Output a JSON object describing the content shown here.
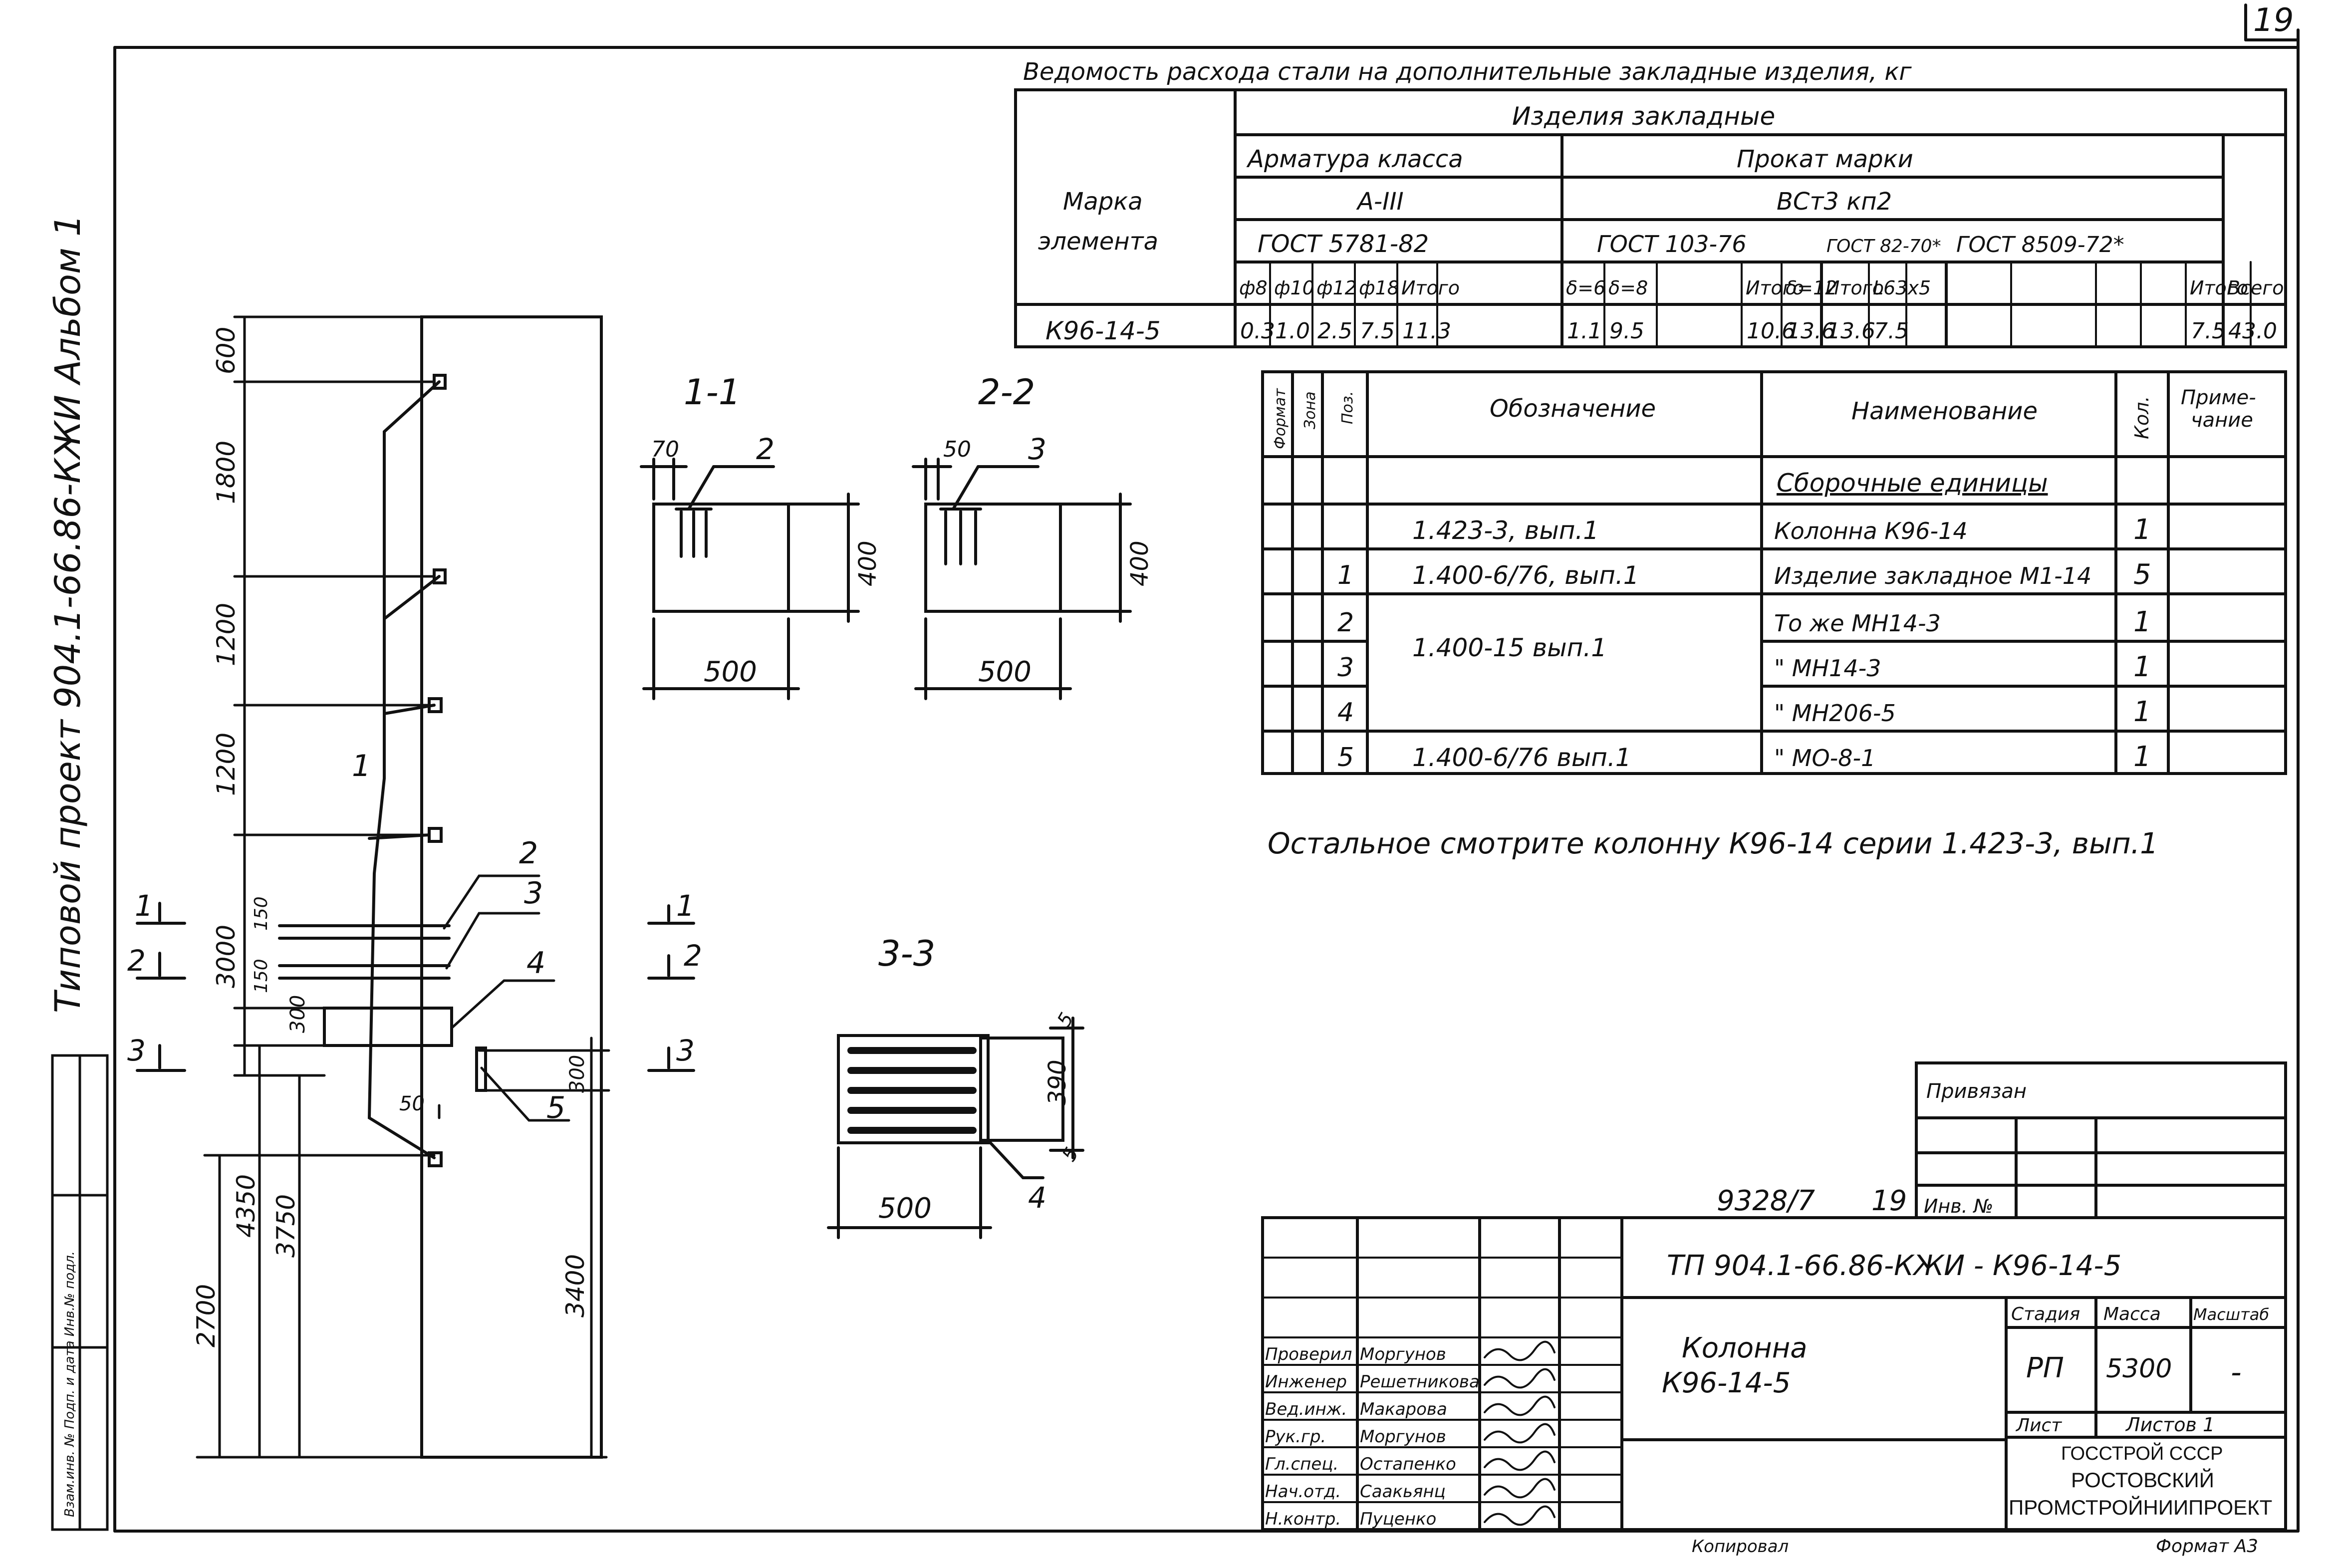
{
  "sheet": {
    "page_number": "19",
    "side_title": "Типовой проект 904.1-66.86-КЖИ   Альбом 1",
    "steel_table": {
      "title": "Ведомость расхода стали на дополнительные закладные изделия, кг",
      "h_mark": "Марка элемента",
      "h_group": "Изделия закладные",
      "h_rebar": "Арматура класса",
      "h_rebar_class": "A-III",
      "h_rebar_gost": "ГОСТ 5781-82",
      "h_rolled": "Прокат марки",
      "h_rolled_grade": "ВСт3 кп2",
      "h_gost1": "ГОСТ 103-76",
      "h_gost2": "ГОСТ 82-70*",
      "h_gost3": "ГОСТ 8509-72*",
      "cols": [
        "ф8",
        "ф10",
        "ф12",
        "ф18",
        "Итого",
        "δ=6",
        "δ=8",
        "",
        "Итого",
        "δ=12",
        "Итого",
        "L63x5",
        "",
        "",
        "Итого",
        "Всего"
      ],
      "row_mark": "К96-14-5",
      "row": [
        "0.3",
        "1.0",
        "2.5",
        "7.5",
        "11.3",
        "1.1",
        "9.5",
        "",
        "10.6",
        "13.6",
        "13.6",
        "7.5",
        "",
        "",
        "7.5",
        "43.0"
      ]
    },
    "spec_table": {
      "h_format": "Формат",
      "h_zone": "Зона",
      "h_pos": "Поз.",
      "h_designation": "Обозначение",
      "h_name": "Наименование",
      "h_qty": "Кол.",
      "h_note": "Приме-чание",
      "section": "Сборочные единицы",
      "rows": [
        {
          "pos": "",
          "designation": "1.423-3, вып.1",
          "name": "Колонна   К96-14",
          "qty": "1"
        },
        {
          "pos": "1",
          "designation": "1.400-6/76, вып.1",
          "name": "Изделие закладное М1-14",
          "qty": "5"
        },
        {
          "pos": "2",
          "designation": "",
          "name": "То же      МН14-3",
          "qty": "1"
        },
        {
          "pos": "3",
          "designation": "1.400-15 вып.1",
          "name": "\"          МН14-3",
          "qty": "1"
        },
        {
          "pos": "4",
          "designation": "",
          "name": "\"          МН206-5",
          "qty": "1"
        },
        {
          "pos": "5",
          "designation": "1.400-6/76 вып.1",
          "name": "\"          МО-8-1",
          "qty": "1"
        }
      ]
    },
    "note": "Остальное смотрите колонну К96-14 серии 1.423-3, вып.1",
    "sections": {
      "s11": "1-1",
      "s22": "2-2",
      "s33": "3-3",
      "d70": "70",
      "d50a": "50",
      "d400a": "400",
      "d400b": "400",
      "d500a": "500",
      "d500b": "500",
      "d500c": "500",
      "d390": "390",
      "d5a": "5",
      "d5b": "5",
      "p2": "2",
      "p3": "3",
      "p4": "4"
    },
    "elevation": {
      "dims_left": [
        "600",
        "1800",
        "1200",
        "1200",
        "3000"
      ],
      "small": [
        "150",
        "150",
        "300",
        "300",
        "50"
      ],
      "bottom": [
        "2700",
        "4350",
        "3750",
        "3400"
      ],
      "markers": [
        "1",
        "2",
        "3"
      ],
      "positions": [
        "1",
        "2",
        "3",
        "4",
        "5"
      ]
    },
    "tied": "Привязан",
    "inv_no": "Инв. №",
    "doc_no": "9328/7",
    "doc_sheet": "19",
    "title_block": {
      "code": "ТП 904.1-66.86-КЖИ - К96-14-5",
      "name": "Колонна",
      "element": "К96-14-5",
      "stage_h": "Стадия",
      "mass_h": "Масса",
      "scale_h": "Масштаб",
      "stage": "РП",
      "mass": "5300",
      "scale": "-",
      "sheet_h": "Лист",
      "sheets_h": "Листов 1",
      "org1": "ГОССТРОЙ СССР",
      "org2": "РОСТОВСКИЙ",
      "org3": "ПРОМСТРОЙНИИПРОЕКТ",
      "signers": [
        {
          "role": "Проверил",
          "name": "Моргунов"
        },
        {
          "role": "Инженер",
          "name": "Решетникова"
        },
        {
          "role": "Вед.инж.",
          "name": "Макарова"
        },
        {
          "role": "Рук.гр.",
          "name": "Моргунов"
        },
        {
          "role": "Гл.спец.",
          "name": "Остапенко"
        },
        {
          "role": "Нач.отд.",
          "name": "Саакьянц"
        },
        {
          "role": "Н.контр.",
          "name": "Пуценко"
        }
      ]
    },
    "copied": "Копировал",
    "format": "Формат А3",
    "side_stamp": "Взам.инв. №   Подп. и дата   Инв.№ подл."
  }
}
